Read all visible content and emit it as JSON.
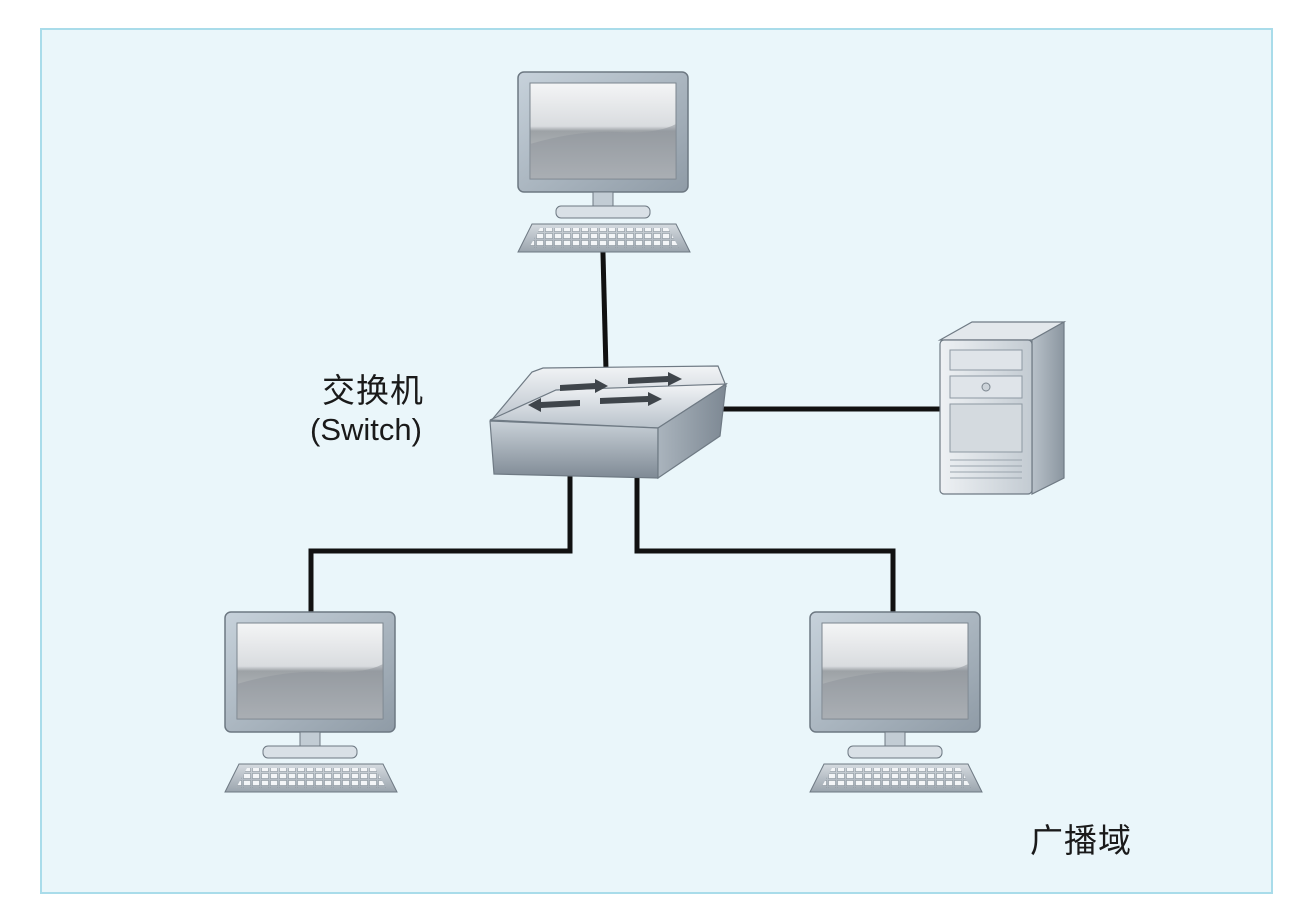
{
  "switch": {
    "label_cn": "交换机",
    "label_en": "(Switch)"
  },
  "broadcast_domain": {
    "label": "广播域"
  },
  "nodes": [
    {
      "id": "pc-top",
      "type": "desktop-computer"
    },
    {
      "id": "switch",
      "type": "network-switch"
    },
    {
      "id": "server",
      "type": "tower-server"
    },
    {
      "id": "pc-bottom-left",
      "type": "desktop-computer"
    },
    {
      "id": "pc-bottom-right",
      "type": "desktop-computer"
    }
  ],
  "links": [
    {
      "from": "pc-top",
      "to": "switch"
    },
    {
      "from": "switch",
      "to": "server"
    },
    {
      "from": "switch",
      "to": "pc-bottom-left"
    },
    {
      "from": "switch",
      "to": "pc-bottom-right"
    }
  ],
  "colors": {
    "background": "#eaf6fa",
    "border": "#a9dcea",
    "link": "#111111"
  }
}
